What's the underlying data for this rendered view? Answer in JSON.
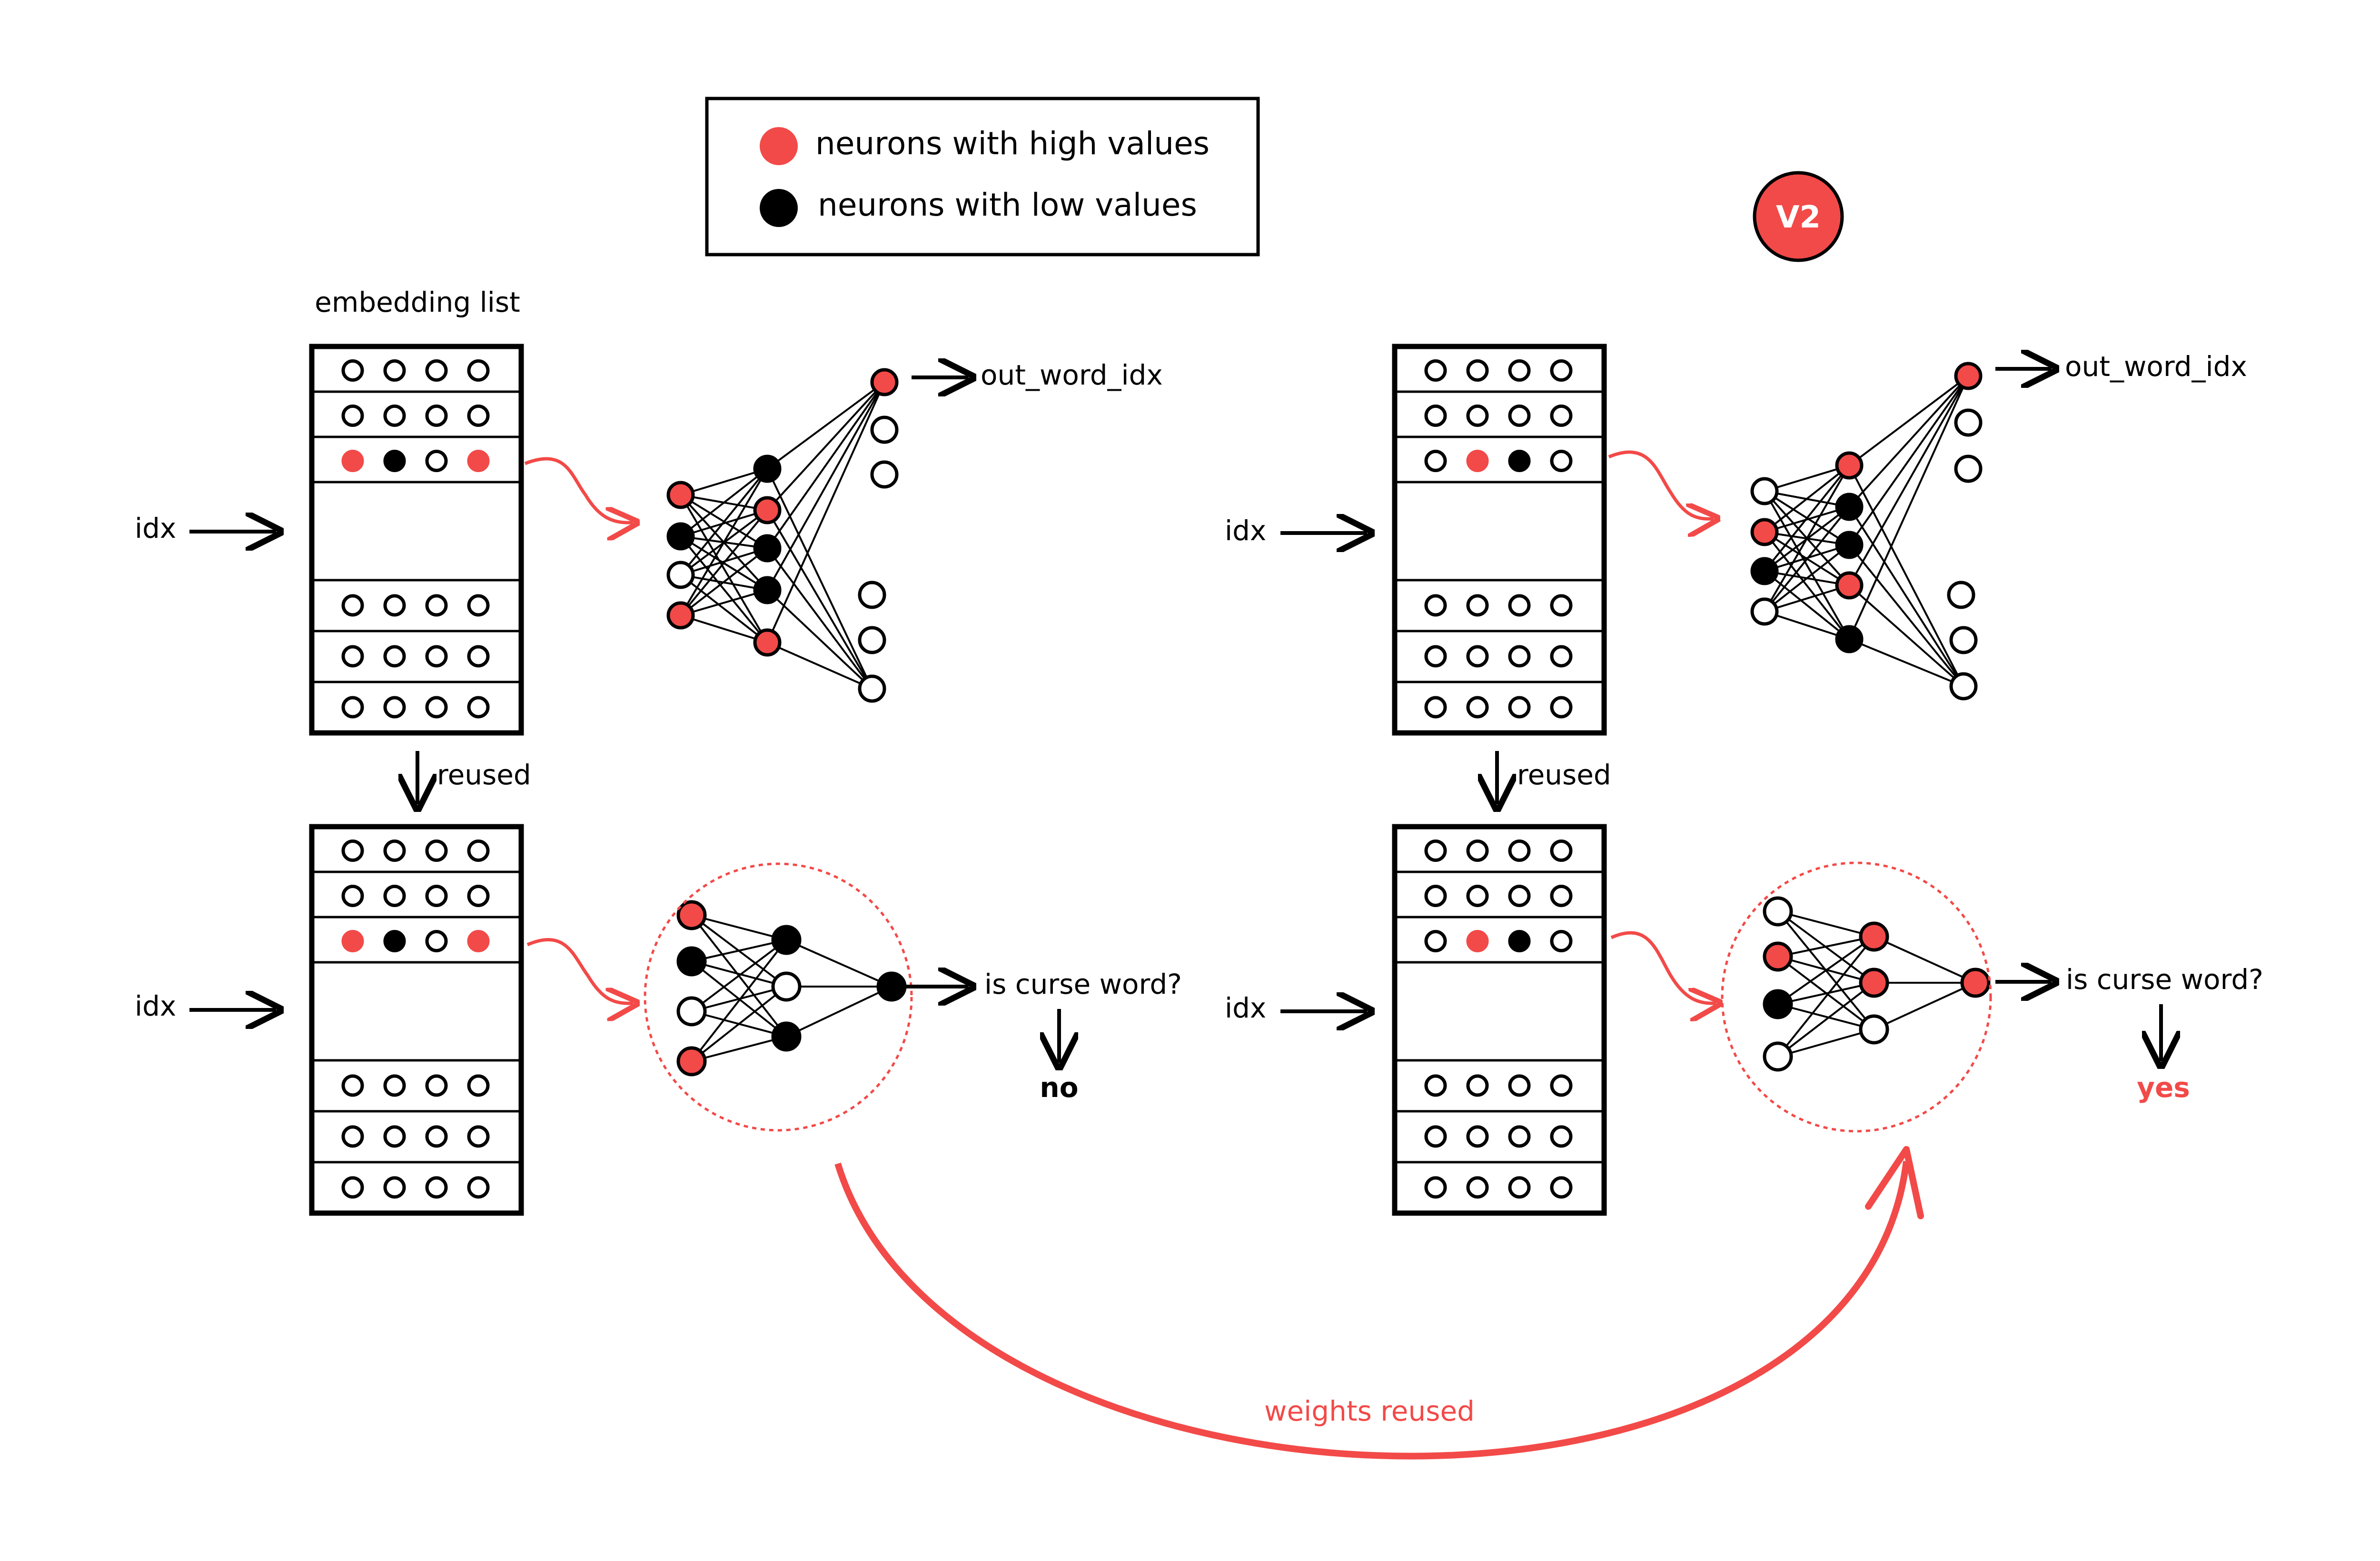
{
  "legend": {
    "high_label": "neurons with high values",
    "low_label": "neurons with low values"
  },
  "version_badge": "V2",
  "embedding_title": "embedding list",
  "idx_label": "idx",
  "reused_label": "reused",
  "out_word_label": "out_word_idx",
  "curse_question": "is curse word?",
  "answer_left": "no",
  "answer_right": "yes",
  "weights_reused_label": "weights reused",
  "colors": {
    "high": "#f24a48",
    "low": "#000000",
    "accent": "#f24a48"
  },
  "panels": {
    "top_left_highlight": [
      "high",
      "low",
      "empty",
      "high"
    ],
    "bottom_left_highlight": [
      "high",
      "low",
      "empty",
      "high"
    ],
    "top_right_highlight": [
      "empty",
      "high",
      "low",
      "empty"
    ],
    "bottom_right_highlight": [
      "empty",
      "high",
      "low",
      "empty"
    ]
  }
}
